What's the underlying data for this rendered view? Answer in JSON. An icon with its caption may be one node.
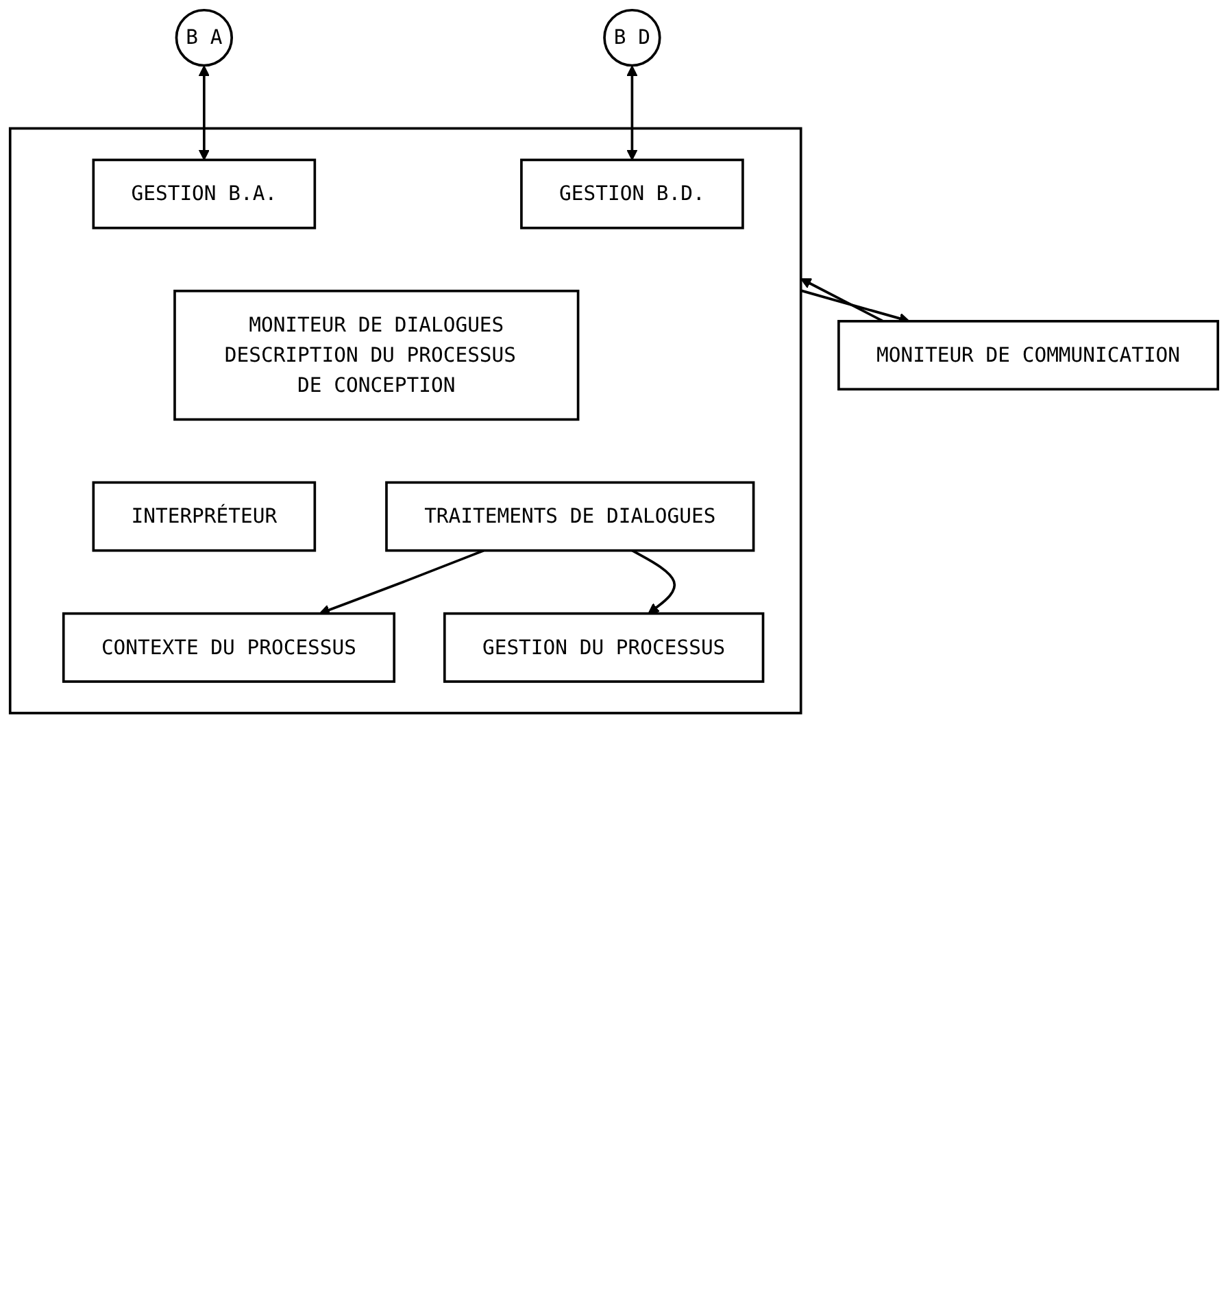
{
  "diagram": {
    "nodes": [
      {
        "text": [],
        "shape": "box"
      },
      {
        "text": [
          "B D"
        ]
      },
      {
        "text": [
          "B A"
        ]
      },
      {
        "text": [
          "GESTION B.D."
        ],
        "in": 0
      },
      {
        "text": [
          "GESTION B.A."
        ],
        "in": 0
      },
      {
        "text": [
          "MONITEUR DE DIALOGUES",
          "DESCRIPTION DU PROCESSUS DE CONCEPTION"
        ],
        "in": 0
      },
      {
        "text": [
          "INTERPRÉTEUR"
        ],
        "in": 0
      },
      {
        "text": [
          "TRAITEMENTS DE DIALOGUES"
        ],
        "in": 0
      },
      {
        "text": [
          "CONTEXTE DU PROCESSUS"
        ],
        "in": 0
      },
      {
        "text": [
          "GESTION DU PROCESSUS"
        ],
        "in": 0
      },
      {
        "text": [
          "MONITEUR DE COMMUNICATION"
        ]
      }
    ],
    "edges": [
      {
        "from": 1,
        "to": 3,
        "arrow": "both"
      },
      {
        "from": 2,
        "to": 4,
        "arrow": "both"
      },
      {
        "from": 7,
        "to": 8,
        "arrow": "to"
      },
      {
        "from": 7,
        "to": 9,
        "arrow": "to"
      },
      {
        "from": 10,
        "to": 0,
        "arrow": "to"
      },
      {
        "from": 0,
        "to": 10,
        "arrow": "to"
      }
    ]
  }
}
